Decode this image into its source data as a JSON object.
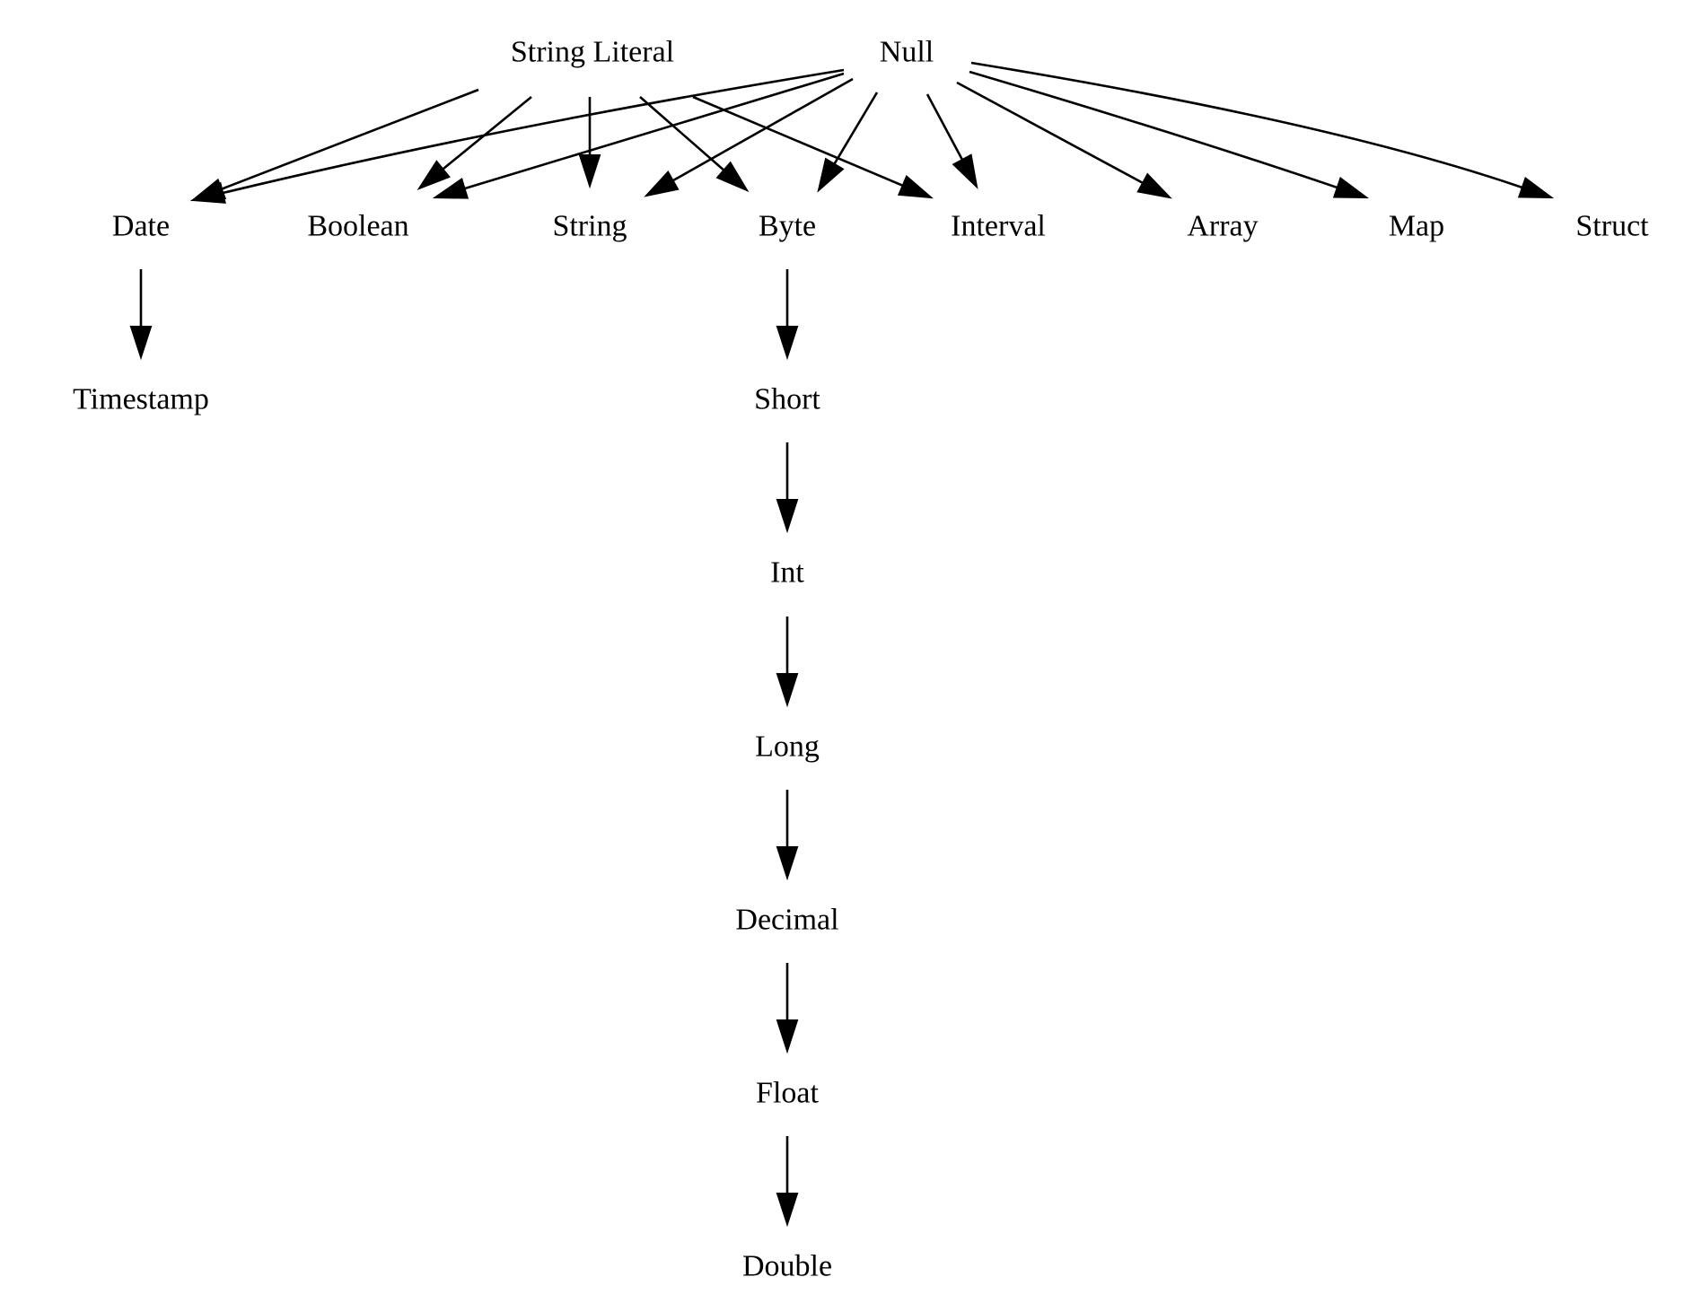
{
  "diagram": {
    "type": "directed-graph",
    "colors": {
      "background": "#ffffff",
      "ink": "#000000"
    },
    "nodes": [
      {
        "id": "string_literal",
        "label": "String Literal"
      },
      {
        "id": "null",
        "label": "Null"
      },
      {
        "id": "date",
        "label": "Date"
      },
      {
        "id": "boolean",
        "label": "Boolean"
      },
      {
        "id": "string",
        "label": "String"
      },
      {
        "id": "byte",
        "label": "Byte"
      },
      {
        "id": "interval",
        "label": "Interval"
      },
      {
        "id": "array",
        "label": "Array"
      },
      {
        "id": "map",
        "label": "Map"
      },
      {
        "id": "struct",
        "label": "Struct"
      },
      {
        "id": "timestamp",
        "label": "Timestamp"
      },
      {
        "id": "short",
        "label": "Short"
      },
      {
        "id": "int",
        "label": "Int"
      },
      {
        "id": "long",
        "label": "Long"
      },
      {
        "id": "decimal",
        "label": "Decimal"
      },
      {
        "id": "float",
        "label": "Float"
      },
      {
        "id": "double",
        "label": "Double"
      }
    ],
    "edges": [
      {
        "from": "string_literal",
        "to": "date"
      },
      {
        "from": "string_literal",
        "to": "boolean"
      },
      {
        "from": "string_literal",
        "to": "string"
      },
      {
        "from": "string_literal",
        "to": "byte"
      },
      {
        "from": "string_literal",
        "to": "interval"
      },
      {
        "from": "null",
        "to": "date"
      },
      {
        "from": "null",
        "to": "boolean"
      },
      {
        "from": "null",
        "to": "string"
      },
      {
        "from": "null",
        "to": "byte"
      },
      {
        "from": "null",
        "to": "interval"
      },
      {
        "from": "null",
        "to": "array"
      },
      {
        "from": "null",
        "to": "map"
      },
      {
        "from": "null",
        "to": "struct"
      },
      {
        "from": "date",
        "to": "timestamp"
      },
      {
        "from": "byte",
        "to": "short"
      },
      {
        "from": "short",
        "to": "int"
      },
      {
        "from": "int",
        "to": "long"
      },
      {
        "from": "long",
        "to": "decimal"
      },
      {
        "from": "decimal",
        "to": "float"
      },
      {
        "from": "float",
        "to": "double"
      }
    ]
  }
}
